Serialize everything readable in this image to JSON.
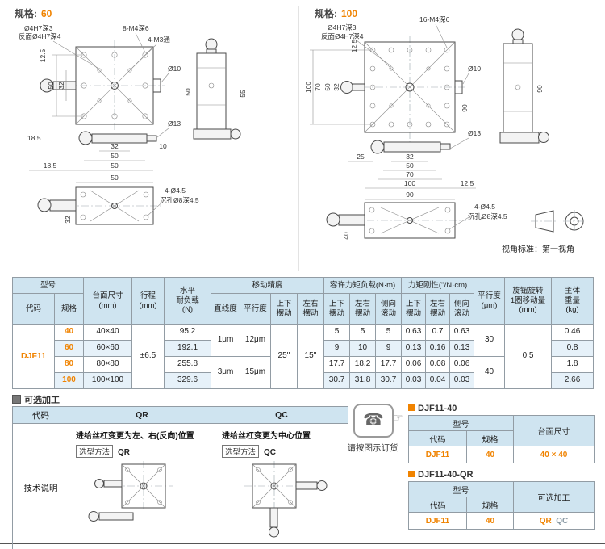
{
  "colors": {
    "accent": "#f08300",
    "header_bg": "#cfe4f0",
    "row_alt": "#e6f1f9"
  },
  "panels": {
    "p60_label": "规格:",
    "p60_value": "60",
    "p100_label": "规格:",
    "p100_value": "100",
    "view_note": "视角标准：第一视角"
  },
  "d60": {
    "pin": "Ø4H7深3",
    "pin_back": "反面Ø4H7深4",
    "m4": "8-M4深6",
    "m3": "4-M3通",
    "dia10": "Ø10",
    "dia13": "Ø13",
    "l_125": "12.5",
    "l_50": "50",
    "l_32": "32",
    "l_185": "18.5",
    "b_32": "32",
    "b_10": "10",
    "b_50": "50",
    "b_185": "18.5",
    "b_50w": "50",
    "s_50": "50",
    "s_55": "55",
    "bv_50": "50",
    "bv_32": "32",
    "bv_holes": "4-Ø4.5",
    "bv_cbore": "沉孔Ø8深4.5"
  },
  "d100": {
    "m4": "16-M4深6",
    "pin": "Ø4H7深3",
    "pin_back": "反面Ø4H7深4",
    "dia10": "Ø10",
    "dia13": "Ø13",
    "l_125": "12.5",
    "l_100": "100",
    "l_70": "70",
    "l_50": "50",
    "l_32": "32",
    "r_90": "90",
    "b_25": "25",
    "b_32": "32",
    "b_50": "50",
    "b_70": "70",
    "b_100": "100",
    "b_125": "12.5",
    "s_90": "90",
    "bv_90": "90",
    "bv_40": "40",
    "bv_holes": "4-Ø4.5",
    "bv_cbore": "沉孔Ø8深4.5"
  },
  "spec_table": {
    "h_model": "型号",
    "h_code": "代码",
    "h_spec": "规格",
    "h_table_size": "台面尺寸\n(mm)",
    "h_stroke": "行程\n(mm)",
    "h_load": "水平\n耐负载\n(N)",
    "h_accuracy": "移动精度",
    "h_straightness": "直线度",
    "h_parallelism": "平行度",
    "h_pitch": "上下\n摆动",
    "h_yaw": "左右\n摆动",
    "h_moment": "容许力矩负载(N·m)",
    "h_m_pitch": "上下\n摆动",
    "h_m_yaw": "左右\n摆动",
    "h_m_roll": "侧向\n滚动",
    "h_rigidity": "力矩刚性(''/N·cm)",
    "h_r_pitch": "上下\n摆动",
    "h_r_yaw": "左右\n摆动",
    "h_r_roll": "侧向\n滚动",
    "h_parallel_um": "平行度\n(μm)",
    "h_knob": "旋钮旋转\n1圈移动量\n(mm)",
    "h_weight": "主体\n重量\n(kg)",
    "code_value": "DJF11",
    "stroke": "±6.5",
    "pitch_all": "25''",
    "yaw_all": "15''",
    "knob_all": "0.5",
    "straightness_12": "1μm",
    "parallelism_12": "12μm",
    "straightness_34": "3μm",
    "parallelism_34": "15μm",
    "parallel_um_12": "30",
    "parallel_um_34": "40",
    "rows": [
      {
        "spec": "40",
        "size": "40×40",
        "load": "95.2",
        "m1": "5",
        "m2": "5",
        "m3": "5",
        "r1": "0.63",
        "r2": "0.7",
        "r3": "0.63",
        "weight": "0.46"
      },
      {
        "spec": "60",
        "size": "60×60",
        "load": "192.1",
        "m1": "9",
        "m2": "10",
        "m3": "9",
        "r1": "0.13",
        "r2": "0.16",
        "r3": "0.13",
        "weight": "0.8"
      },
      {
        "spec": "80",
        "size": "80×80",
        "load": "255.8",
        "m1": "17.7",
        "m2": "18.2",
        "m3": "17.7",
        "r1": "0.06",
        "r2": "0.08",
        "r3": "0.06",
        "weight": "1.8"
      },
      {
        "spec": "100",
        "size": "100×100",
        "load": "329.6",
        "m1": "30.7",
        "m2": "31.8",
        "m3": "30.7",
        "r1": "0.03",
        "r2": "0.04",
        "r3": "0.03",
        "weight": "2.66"
      }
    ]
  },
  "optional": {
    "title": "可选加工",
    "h_code": "代码",
    "h_qr": "QR",
    "h_qc": "QC",
    "row_label": "技术说明",
    "qr_desc": "进给丝杠变更为左、右(反向)位置",
    "qc_desc": "进给丝杠变更为中心位置",
    "sel_label": "选型方法",
    "sel_qr": "QR",
    "sel_qc": "QC"
  },
  "order": {
    "note": "请按图示订货",
    "t1": {
      "title": "DJF11-40",
      "h_model": "型号",
      "h_code": "代码",
      "h_spec": "规格",
      "h_extra": "台面尺寸",
      "code": "DJF11",
      "spec": "40",
      "extra": "40 × 40"
    },
    "t2": {
      "title": "DJF11-40-QR",
      "h_model": "型号",
      "h_code": "代码",
      "h_spec": "规格",
      "h_extra": "可选加工",
      "code": "DJF11",
      "spec": "40",
      "extra1": "QR",
      "extra2": "QC"
    }
  }
}
